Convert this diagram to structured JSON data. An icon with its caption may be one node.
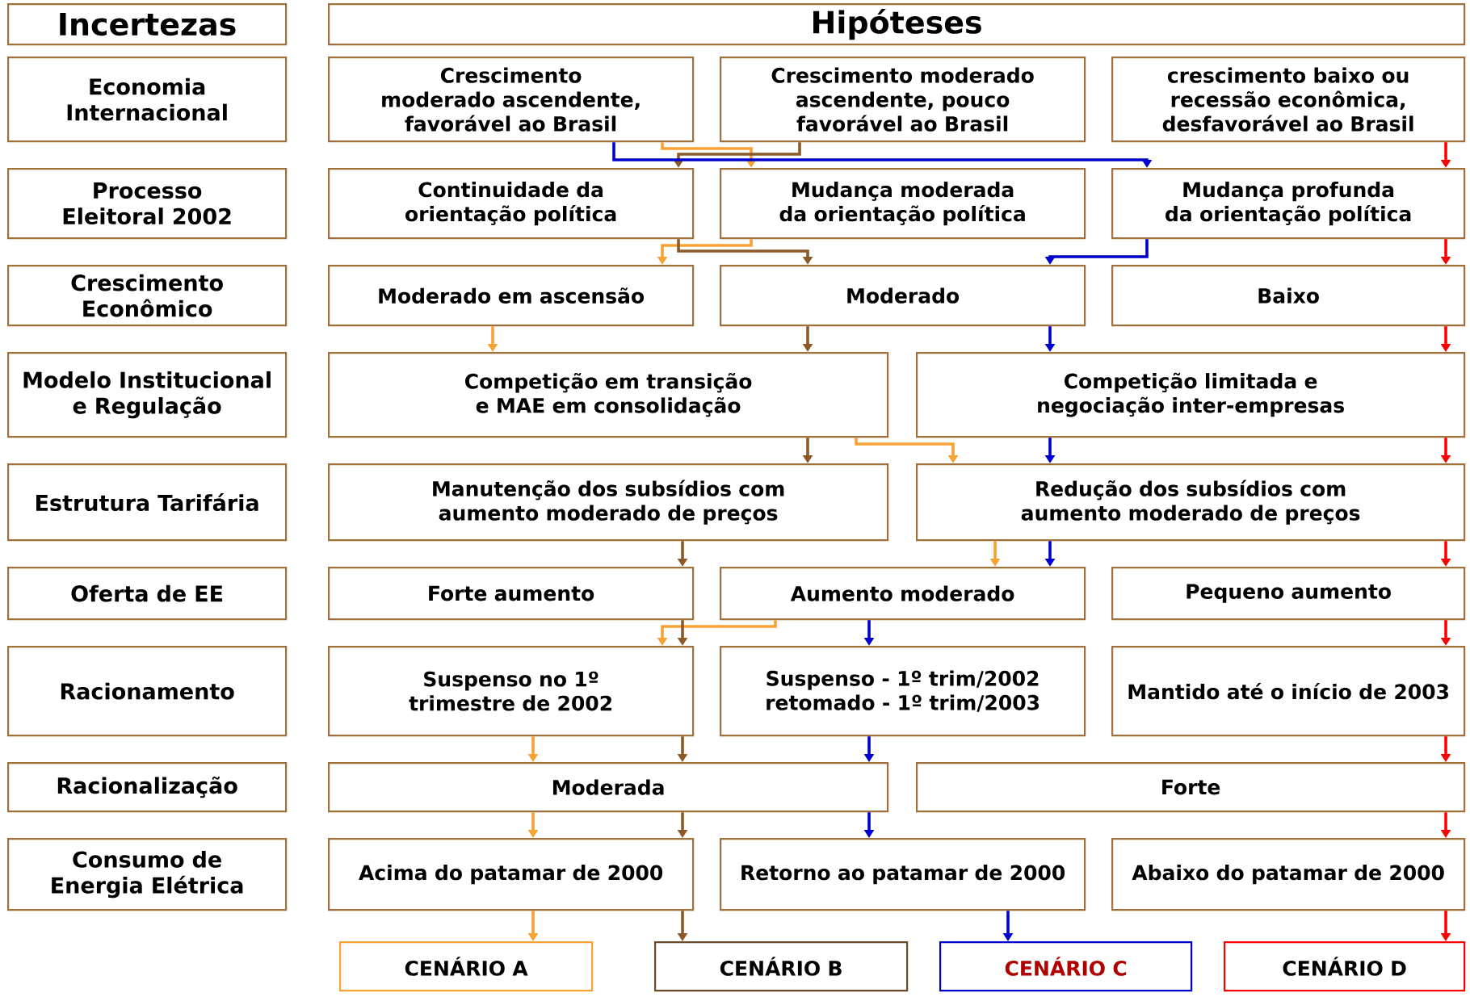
{
  "diagram": {
    "nodes": [
      {
        "text": [
          "Incertezas"
        ]
      },
      {
        "text": [
          "Hipóteses"
        ]
      },
      {
        "text": [
          "Economia Internacional"
        ]
      },
      {
        "text": [
          "Crescimento moderado ascendente, favorável ao Brasil"
        ]
      },
      {
        "text": [
          "Crescimento moderado ascendente, pouco favorável ao Brasil"
        ]
      },
      {
        "text": [
          "crescimento baixo ou recessão econômica, desfavorável ao Brasil"
        ]
      },
      {
        "text": [
          "Processo Eleitoral 2002"
        ]
      },
      {
        "text": [
          "Continuidade da orientação política"
        ]
      },
      {
        "text": [
          "Mudança moderada da orientação política"
        ]
      },
      {
        "text": [
          "Mudança profunda da orientação política"
        ]
      },
      {
        "text": [
          "Crescimento Econômico"
        ]
      },
      {
        "text": [
          "Moderado em ascensão"
        ]
      },
      {
        "text": [
          "Moderado"
        ]
      },
      {
        "text": [
          "Baixo"
        ]
      },
      {
        "text": [
          "Modelo Institucional e Regulação"
        ]
      },
      {
        "text": [
          "Competição em transição e MAE em consolidação"
        ]
      },
      {
        "text": [
          "Competição limitada e negociação inter-empresas"
        ]
      },
      {
        "text": [
          "Estrutura Tarifária"
        ]
      },
      {
        "text": [
          "Manutenção dos subsídios com aumento moderado de preços"
        ]
      },
      {
        "text": [
          "Redução dos subsídios com aumento moderado de preços"
        ]
      },
      {
        "text": [
          "Oferta de EE"
        ]
      },
      {
        "text": [
          "Forte aumento"
        ]
      },
      {
        "text": [
          "Aumento moderado"
        ]
      },
      {
        "text": [
          "Pequeno aumento"
        ]
      },
      {
        "text": [
          "Racionamento"
        ]
      },
      {
        "text": [
          "Suspenso no 1º trimestre de 2002"
        ]
      },
      {
        "text": [
          "Suspenso - 1º trim/2002 retomado - 1º trim/2003"
        ]
      },
      {
        "text": [
          "Mantido até o início de 2003"
        ]
      },
      {
        "text": [
          "Racionalização"
        ]
      },
      {
        "text": [
          "Moderada"
        ]
      },
      {
        "text": [
          "Forte"
        ]
      },
      {
        "text": [
          "Consumo de Energia Elétrica"
        ]
      },
      {
        "text": [
          "Acima do patamar de 2000"
        ]
      },
      {
        "text": [
          "Retorno ao patamar de 2000"
        ]
      },
      {
        "text": [
          "Abaixo do patamar de 2000"
        ]
      },
      {
        "text": [
          "CENÁRIO A"
        ]
      },
      {
        "text": [
          "CENÁRIO B"
        ]
      },
      {
        "text": [
          "CENÁRIO C"
        ]
      },
      {
        "text": [
          "CENÁRIO D"
        ]
      }
    ],
    "edges": [
      {
        "from": 3,
        "to": 8,
        "arrow": "to",
        "color": "#f7a234"
      },
      {
        "from": 8,
        "to": 11,
        "arrow": "to",
        "color": "#f7a234"
      },
      {
        "from": 11,
        "to": 15,
        "arrow": "to",
        "color": "#f7a234"
      },
      {
        "from": 15,
        "to": 19,
        "arrow": "to",
        "color": "#f7a234"
      },
      {
        "from": 19,
        "to": 22,
        "arrow": "to",
        "color": "#f7a234"
      },
      {
        "from": 22,
        "to": 25,
        "arrow": "to",
        "color": "#f7a234"
      },
      {
        "from": 25,
        "to": 29,
        "arrow": "to",
        "color": "#f7a234"
      },
      {
        "from": 29,
        "to": 32,
        "arrow": "to",
        "color": "#f7a234"
      },
      {
        "from": 32,
        "to": 35,
        "arrow": "to",
        "color": "#f7a234"
      },
      {
        "from": 4,
        "to": 7,
        "arrow": "to",
        "color": "#8b5a2b"
      },
      {
        "from": 7,
        "to": 12,
        "arrow": "to",
        "color": "#8b5a2b"
      },
      {
        "from": 12,
        "to": 15,
        "arrow": "to",
        "color": "#8b5a2b"
      },
      {
        "from": 15,
        "to": 18,
        "arrow": "to",
        "color": "#8b5a2b"
      },
      {
        "from": 18,
        "to": 21,
        "arrow": "to",
        "color": "#8b5a2b"
      },
      {
        "from": 21,
        "to": 25,
        "arrow": "to",
        "color": "#8b5a2b"
      },
      {
        "from": 25,
        "to": 29,
        "arrow": "to",
        "color": "#8b5a2b"
      },
      {
        "from": 29,
        "to": 32,
        "arrow": "to",
        "color": "#8b5a2b"
      },
      {
        "from": 32,
        "to": 36,
        "arrow": "to",
        "color": "#8b5a2b"
      },
      {
        "from": 3,
        "to": 9,
        "arrow": "to",
        "color": "#0000cc"
      },
      {
        "from": 9,
        "to": 12,
        "arrow": "to",
        "color": "#0000cc"
      },
      {
        "from": 12,
        "to": 16,
        "arrow": "to",
        "color": "#0000cc"
      },
      {
        "from": 16,
        "to": 19,
        "arrow": "to",
        "color": "#0000cc"
      },
      {
        "from": 19,
        "to": 22,
        "arrow": "to",
        "color": "#0000cc"
      },
      {
        "from": 22,
        "to": 26,
        "arrow": "to",
        "color": "#0000cc"
      },
      {
        "from": 26,
        "to": 29,
        "arrow": "to",
        "color": "#0000cc"
      },
      {
        "from": 29,
        "to": 33,
        "arrow": "to",
        "color": "#0000cc"
      },
      {
        "from": 33,
        "to": 37,
        "arrow": "to",
        "color": "#0000cc"
      },
      {
        "from": 5,
        "to": 9,
        "arrow": "to",
        "color": "#ff0000"
      },
      {
        "from": 9,
        "to": 13,
        "arrow": "to",
        "color": "#ff0000"
      },
      {
        "from": 13,
        "to": 16,
        "arrow": "to",
        "color": "#ff0000"
      },
      {
        "from": 16,
        "to": 19,
        "arrow": "to",
        "color": "#ff0000"
      },
      {
        "from": 19,
        "to": 23,
        "arrow": "to",
        "color": "#ff0000"
      },
      {
        "from": 23,
        "to": 27,
        "arrow": "to",
        "color": "#ff0000"
      },
      {
        "from": 27,
        "to": 30,
        "arrow": "to",
        "color": "#ff0000"
      },
      {
        "from": 30,
        "to": 34,
        "arrow": "to",
        "color": "#ff0000"
      },
      {
        "from": 34,
        "to": 38,
        "arrow": "to",
        "color": "#ff0000"
      }
    ]
  }
}
